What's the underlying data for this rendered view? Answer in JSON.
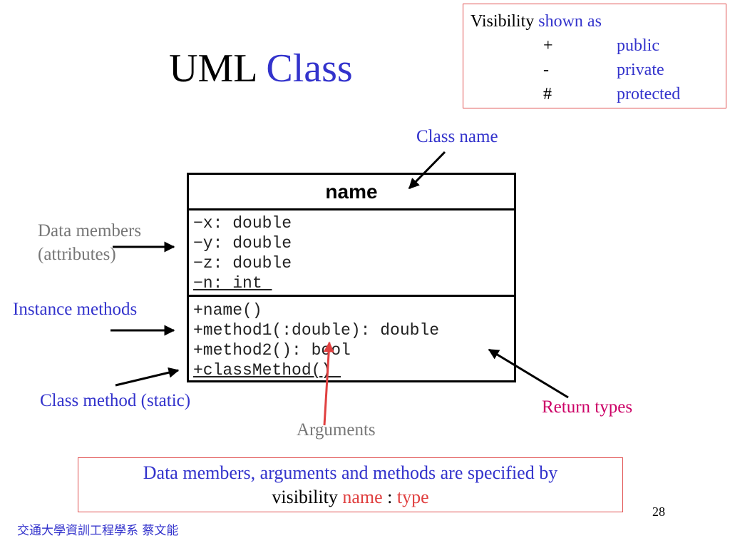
{
  "title": {
    "main": "UML",
    "accent": "Class"
  },
  "visibility_box": {
    "heading_plain": "Visibility",
    "heading_accent": "shown as",
    "rows": [
      {
        "symbol": "+",
        "meaning": "public"
      },
      {
        "symbol": "-",
        "meaning": "private"
      },
      {
        "symbol": "#",
        "meaning": "protected"
      }
    ]
  },
  "uml_class": {
    "name": "name",
    "attributes": [
      "−x: double",
      "−y: double",
      "−z: double",
      "−n: int "
    ],
    "methods": [
      "+name()",
      "+method1(:double): double",
      "+method2(): bool",
      "+classMethod() "
    ]
  },
  "labels": {
    "class_name": "Class name",
    "data_members_line1": "Data members",
    "data_members_line2": "(attributes)",
    "instance_methods": "Instance methods",
    "class_method": "Class method (static)",
    "return_types": "Return types",
    "arguments": "Arguments"
  },
  "note": {
    "line1": "Data members, arguments and methods are specified by",
    "visibility": "visibility",
    "name": "name",
    "colon": " : ",
    "type": "type"
  },
  "page_number": "28",
  "footer": "交通大學資訓工程學系 蔡文能",
  "colors": {
    "blue": "#3333cc",
    "red": "#e04040",
    "magenta": "#cc0066",
    "gray": "#777777"
  }
}
